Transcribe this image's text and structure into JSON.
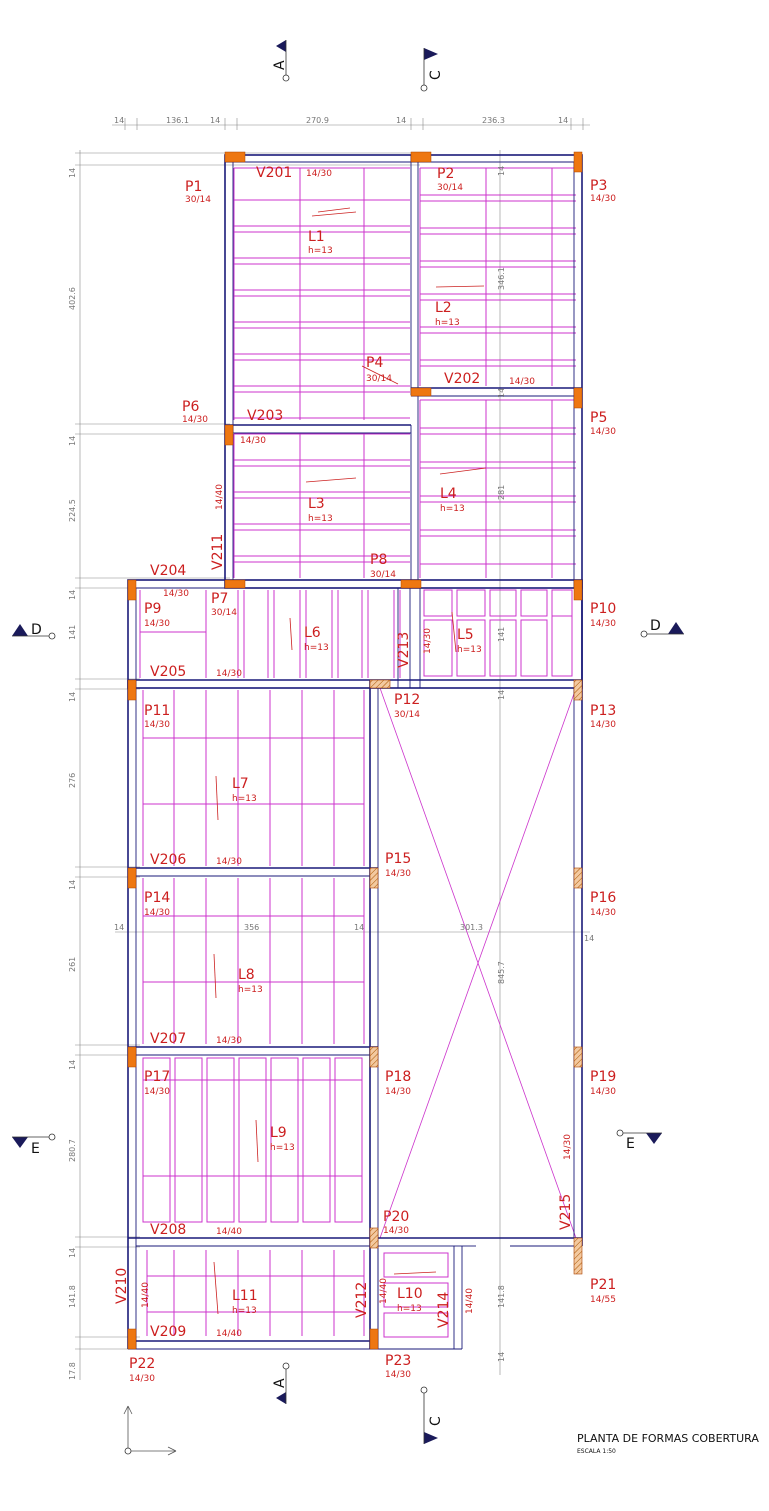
{
  "pillars": {
    "p1": {
      "name": "P1",
      "dim": "30/14"
    },
    "p2": {
      "name": "P2",
      "dim": "30/14"
    },
    "p3": {
      "name": "P3",
      "dim": "14/30"
    },
    "p4": {
      "name": "P4",
      "dim": "30/14"
    },
    "p5": {
      "name": "P5",
      "dim": "14/30"
    },
    "p6": {
      "name": "P6",
      "dim": "14/30"
    },
    "p7": {
      "name": "P7",
      "dim": "30/14"
    },
    "p8": {
      "name": "P8",
      "dim": "30/14"
    },
    "p9": {
      "name": "P9",
      "dim": "14/30"
    },
    "p10": {
      "name": "P10",
      "dim": "14/30"
    },
    "p11": {
      "name": "P11",
      "dim": "14/30"
    },
    "p12": {
      "name": "P12",
      "dim": "30/14"
    },
    "p13": {
      "name": "P13",
      "dim": "14/30"
    },
    "p14": {
      "name": "P14",
      "dim": "14/30"
    },
    "p15": {
      "name": "P15",
      "dim": "14/30"
    },
    "p16": {
      "name": "P16",
      "dim": "14/30"
    },
    "p17": {
      "name": "P17",
      "dim": "14/30"
    },
    "p18": {
      "name": "P18",
      "dim": "14/30"
    },
    "p19": {
      "name": "P19",
      "dim": "14/30"
    },
    "p20": {
      "name": "P20",
      "dim": "14/30"
    },
    "p21": {
      "name": "P21",
      "dim": "14/55"
    },
    "p22": {
      "name": "P22",
      "dim": "14/30"
    },
    "p23": {
      "name": "P23",
      "dim": "14/30"
    }
  },
  "beams": {
    "v201": {
      "name": "V201",
      "dim": "14/30"
    },
    "v202": {
      "name": "V202",
      "dim": "14/30"
    },
    "v203": {
      "name": "V203",
      "dim": "14/30"
    },
    "v204": {
      "name": "V204",
      "dim": "14/30"
    },
    "v205": {
      "name": "V205",
      "dim": "14/30"
    },
    "v206": {
      "name": "V206",
      "dim": "14/30"
    },
    "v207": {
      "name": "V207",
      "dim": "14/30"
    },
    "v208": {
      "name": "V208",
      "dim": "14/40"
    },
    "v209": {
      "name": "V209",
      "dim": "14/40"
    },
    "v210": {
      "name": "V210",
      "dim": "14/40"
    },
    "v211": {
      "name": "V211",
      "dim": "14/40"
    },
    "v212": {
      "name": "V212",
      "dim": "14/40"
    },
    "v213": {
      "name": "V213",
      "dim": "14/30"
    },
    "v214": {
      "name": "V214",
      "dim": "14/40"
    },
    "v215": {
      "name": "V215",
      "dim": "14/30"
    }
  },
  "slabs": {
    "l1": {
      "name": "L1",
      "h": "h=13"
    },
    "l2": {
      "name": "L2",
      "h": "h=13"
    },
    "l3": {
      "name": "L3",
      "h": "h=13"
    },
    "l4": {
      "name": "L4",
      "h": "h=13"
    },
    "l5": {
      "name": "L5",
      "h": "h=13"
    },
    "l6": {
      "name": "L6",
      "h": "h=13"
    },
    "l7": {
      "name": "L7",
      "h": "h=13"
    },
    "l8": {
      "name": "L8",
      "h": "h=13"
    },
    "l9": {
      "name": "L9",
      "h": "h=13"
    },
    "l10": {
      "name": "L10",
      "h": "h=13"
    },
    "l11": {
      "name": "L11",
      "h": "h=13"
    }
  },
  "dims": {
    "top": [
      "14",
      "136.1",
      "14",
      "270.9",
      "14",
      "236.3",
      "14"
    ],
    "left": [
      "14",
      "402.6",
      "14",
      "224.5",
      "14",
      "141",
      "14",
      "276",
      "14",
      "261",
      "14",
      "280.7",
      "14",
      "141.8",
      "17.8"
    ],
    "mid_h": [
      "14",
      "356",
      "14",
      "301.3",
      "14"
    ],
    "inner_v": [
      "346.1",
      "281",
      "141",
      "141.8",
      "845.7"
    ],
    "right_small": [
      "14",
      "14",
      "14",
      "14"
    ]
  },
  "sections": {
    "a_top": "A",
    "a_bottom": "A",
    "c_top": "C",
    "c_bottom": "C",
    "d_left": "D",
    "d_right": "D",
    "e_left": "E",
    "e_right": "E"
  },
  "title": {
    "main": "PLANTA DE FORMAS COBERTURA",
    "scale": "ESCALA 1:50"
  },
  "colors": {
    "label": "#cc1f1f",
    "wall": "#1a1a7a",
    "slab": "#cc33cc",
    "pillar": "#ee7711"
  }
}
